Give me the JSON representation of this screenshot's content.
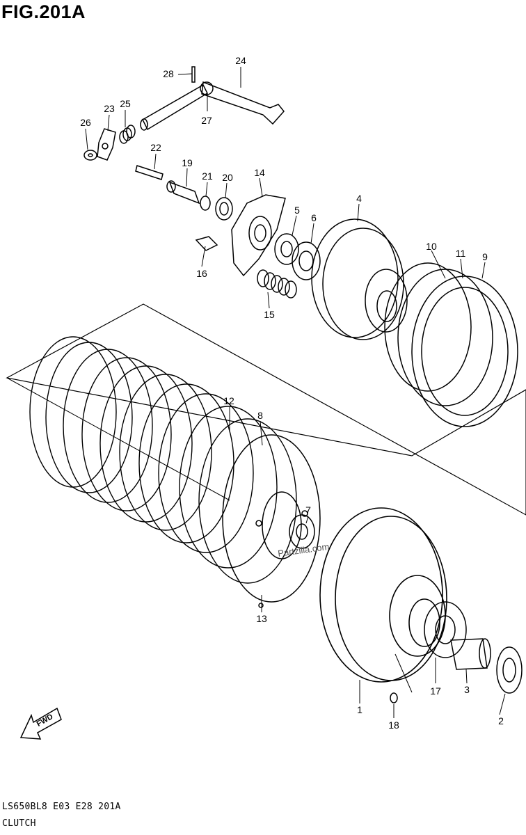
{
  "figure": {
    "title": "FIG.201A",
    "drawing_code": "LS650BL8  E03  E28  201A",
    "section_name": "CLUTCH",
    "watermark": "Partzilla.com",
    "direction_label": "FWD"
  },
  "callouts": [
    {
      "id": "1",
      "part": "1"
    },
    {
      "id": "2",
      "part": "2"
    },
    {
      "id": "3",
      "part": "3"
    },
    {
      "id": "4",
      "part": "4"
    },
    {
      "id": "5",
      "part": "5"
    },
    {
      "id": "6",
      "part": "6"
    },
    {
      "id": "7",
      "part": "7"
    },
    {
      "id": "8",
      "part": "8"
    },
    {
      "id": "9",
      "part": "9"
    },
    {
      "id": "10",
      "part": "10"
    },
    {
      "id": "11",
      "part": "11"
    },
    {
      "id": "12",
      "part": "12"
    },
    {
      "id": "13",
      "part": "13"
    },
    {
      "id": "14",
      "part": "14"
    },
    {
      "id": "15",
      "part": "15"
    },
    {
      "id": "16",
      "part": "16"
    },
    {
      "id": "17",
      "part": "17"
    },
    {
      "id": "18",
      "part": "18"
    },
    {
      "id": "19",
      "part": "19"
    },
    {
      "id": "20",
      "part": "20"
    },
    {
      "id": "21",
      "part": "21"
    },
    {
      "id": "22",
      "part": "22"
    },
    {
      "id": "23",
      "part": "23"
    },
    {
      "id": "24",
      "part": "24"
    },
    {
      "id": "25",
      "part": "25"
    },
    {
      "id": "26",
      "part": "26"
    },
    {
      "id": "27",
      "part": "27"
    },
    {
      "id": "28",
      "part": "28"
    }
  ]
}
